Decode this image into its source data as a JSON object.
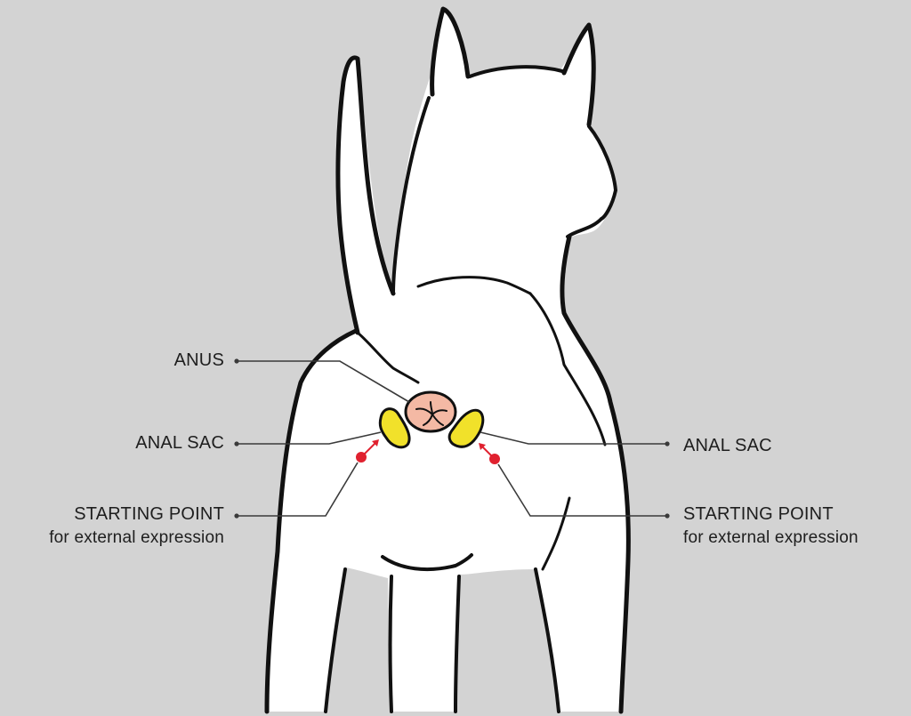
{
  "diagram": {
    "labels": {
      "anus": "ANUS",
      "anal_sac_left": "ANAL SAC",
      "anal_sac_right": "ANAL SAC",
      "starting_point_left": "STARTING POINT",
      "starting_point_left_sub": "for external expression",
      "starting_point_right": "STARTING POINT",
      "starting_point_right_sub": "for external expression"
    },
    "colors": {
      "background": "#d3d3d3",
      "outline": "#111111",
      "body_fill": "#ffffff",
      "anus_fill": "#f4b9a4",
      "anal_sac_fill": "#f1e12a",
      "marker": "#e0212f",
      "leader_line": "#3a3a3a"
    },
    "icons": {
      "cat_illustration": "cat-rear-view-icon",
      "anus_marker": "anus-icon",
      "anal_sac_marker": "anal-sac-icon",
      "starting_point_marker": "red-dot-arrow-icon"
    }
  }
}
